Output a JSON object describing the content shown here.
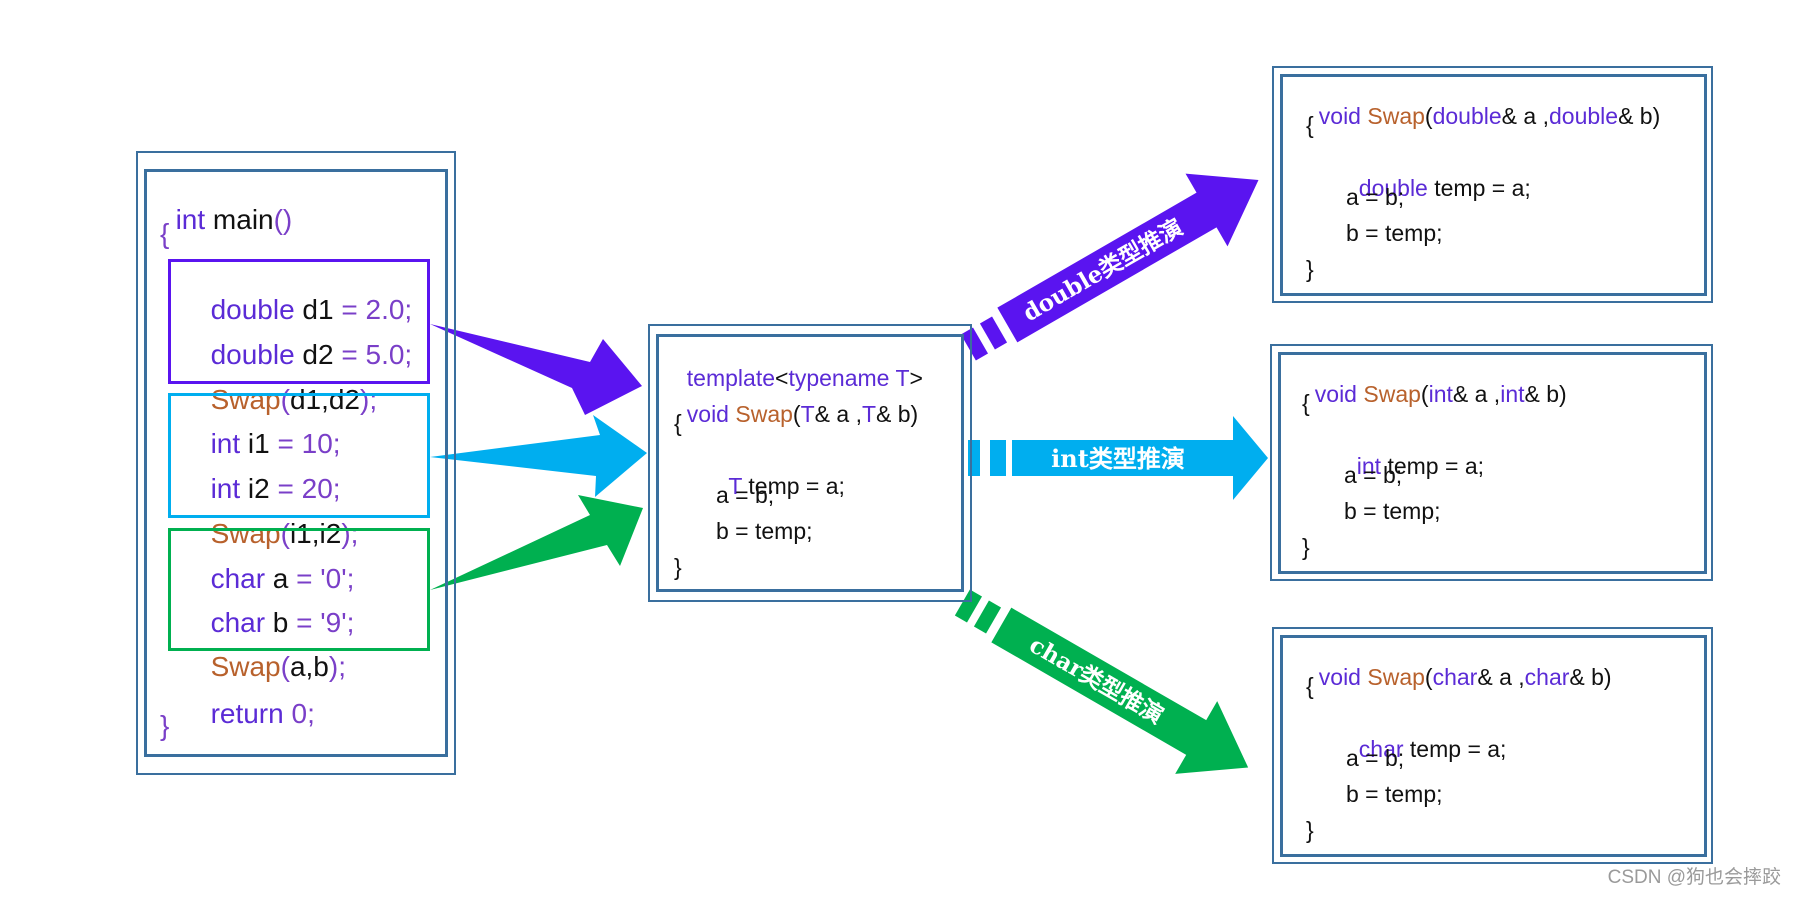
{
  "main_block": {
    "line1": {
      "kw": "int",
      "rest": " main",
      "paren": "()"
    },
    "open_brace": "{",
    "double_group": {
      "l1": {
        "kw": "double",
        "var": " d1 ",
        "op": "= 2.0;"
      },
      "l2": {
        "kw": "double",
        "var": " d2 ",
        "op": "= 5.0;"
      },
      "l3": {
        "fn": "Swap",
        "open": "(",
        "args": "d1,d2",
        "close": ");"
      }
    },
    "int_group": {
      "l1": {
        "kw": "int",
        "var": " i1 ",
        "op": "= 10;"
      },
      "l2": {
        "kw": "int",
        "var": " i2 ",
        "op": "= 20;"
      },
      "l3": {
        "fn": "Swap",
        "open": "(",
        "args": "i1,i2",
        "close": ");"
      }
    },
    "char_group": {
      "l1": {
        "kw": "char",
        "var": " a ",
        "op": "= '0';"
      },
      "l2": {
        "kw": "char",
        "var": " b ",
        "op": "= '9';"
      },
      "l3": {
        "fn": "Swap",
        "open": "(",
        "args": "a,b",
        "close": ");"
      }
    },
    "return_line": {
      "kw": "return",
      "op": " 0;"
    },
    "close_brace": "}"
  },
  "template_block": {
    "line1": {
      "kw": "template",
      "lt": "<",
      "kw2": "typename",
      "sp": " ",
      "t": "T",
      "gt": ">"
    },
    "line2": {
      "kw": "void",
      "sp": " ",
      "fn": "Swap",
      "p1": "(",
      "t1": "T",
      "r1": "& a ,",
      "t2": "T",
      "r2": "& b)"
    },
    "open_brace": "{",
    "body1": {
      "t": "T",
      "rest": " temp = a;"
    },
    "body2": "a = b;",
    "body3": "b = temp;",
    "close_brace": "}"
  },
  "results": [
    {
      "type": "double",
      "void": "void",
      "fn": "Swap",
      "open": "(",
      "mid": "& a ,",
      "end": "& b)",
      "open_brace": "{",
      "temp_rest": " temp = a;",
      "assign1": "a = b;",
      "assign2": "b = temp;",
      "close_brace": "}"
    },
    {
      "type": "int",
      "void": "void",
      "fn": "Swap",
      "open": "(",
      "mid": "& a ,",
      "end": "& b)",
      "open_brace": "{",
      "temp_rest": " temp = a;",
      "assign1": "a = b;",
      "assign2": "b = temp;",
      "close_brace": "}"
    },
    {
      "type": "char",
      "void": "void",
      "fn": "Swap",
      "open": "(",
      "mid": "& a ,",
      "end": "& b)",
      "open_brace": "{",
      "temp_rest": " temp = a;",
      "assign1": "a = b;",
      "assign2": "b = temp;",
      "close_brace": "}"
    }
  ],
  "arrow_labels": {
    "double": "double类型推演",
    "int": "int类型推演",
    "char": "char类型推演"
  },
  "colors": {
    "double": "#5a14f0",
    "int": "#00aeef",
    "char": "#00b050",
    "frame": "#3a6f9e"
  },
  "watermark": "CSDN @狗也会摔跤"
}
